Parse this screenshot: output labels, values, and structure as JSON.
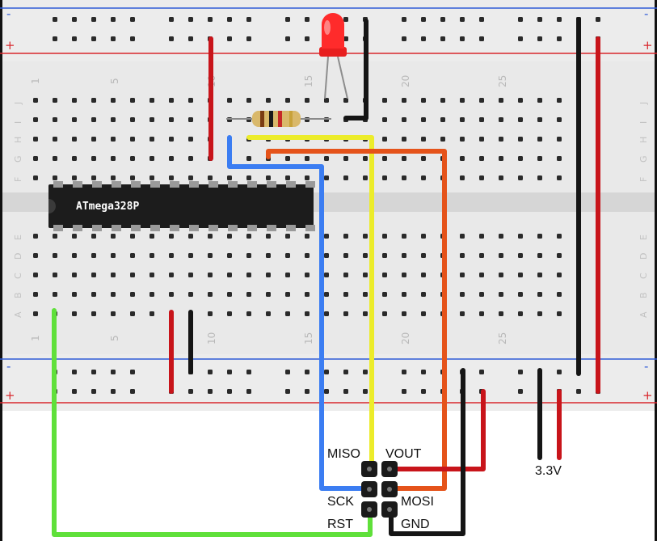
{
  "chip": {
    "label": "ATmega328P"
  },
  "header_pins": {
    "miso": "MISO",
    "vout": "VOUT",
    "sck": "SCK",
    "mosi": "MOSI",
    "rst": "RST",
    "gnd": "GND"
  },
  "supply_label": "3.3V",
  "column_numbers": [
    "1",
    "5",
    "10",
    "15",
    "20",
    "25"
  ],
  "row_letters_top": [
    "J",
    "I",
    "H",
    "G",
    "F"
  ],
  "row_letters_bottom": [
    "E",
    "D",
    "C",
    "B",
    "A"
  ],
  "rail_signs": {
    "plus": "+",
    "minus": "-"
  },
  "colors": {
    "board": "#e9e9e9",
    "board_shade": "#d9d9d9",
    "hole": "#2a2a2a",
    "rail_red": "#d8262c",
    "rail_blue": "#2f5bd6",
    "wire_red": "#c8141a",
    "wire_black": "#151515",
    "wire_blue": "#3b7df2",
    "wire_yellow": "#ecec2a",
    "wire_orange": "#e5531a",
    "wire_green": "#5fe03a",
    "chip": "#1c1c1c",
    "led": "#ff2b2b"
  }
}
